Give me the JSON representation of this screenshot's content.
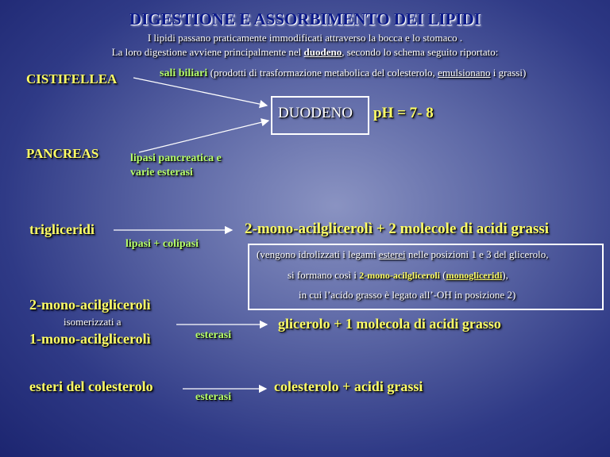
{
  "title": "DIGESTIONE E ASSORBIMENTO DEI LIPIDI",
  "subtitle1": "I lipidi passano praticamente immodificati attraverso la bocca e lo stomaco .",
  "subtitle2_a": "La loro digestione avviene principalmente nel ",
  "subtitle2_b": "duodeno",
  "subtitle2_c": ", secondo lo schema seguito riportato:",
  "cistifellea": "CISTIFELLEA",
  "sali_biliari": "sali biliari",
  "sali_note_a": "(prodotti di trasformazione metabolica del colesterolo, ",
  "sali_note_b": "emulsionano",
  "sali_note_c": " i grassi)",
  "duodeno": "DUODENO",
  "ph": "pH = 7- 8",
  "pancreas": "PANCREAS",
  "lipasi_pancreatica_1": "lipasi pancreatica e",
  "lipasi_pancreatica_2": "varie esterasi",
  "trigliceridi": "trigliceridi",
  "lipasi_colipasi": "lipasi + colipasi",
  "prodotto1": "2-mono-acilglicerolì  +  2 molecole di acidi grassi",
  "note1_a": "(vengono idrolizzati i  legami ",
  "note1_b": "esterei",
  "note1_c": "  nelle posizioni 1 e 3 del glicerolo,",
  "note2_a": "si formano così  i  ",
  "note2_b": "2-mono-acilgliceroli",
  "note2_c": " (",
  "note2_d": "monogliceridi",
  "note2_e": "),",
  "note3": "in cui l’acido grasso  è legato all’-OH in posizione 2)",
  "mono2": "2-mono-acilglicerolì",
  "isomerizzati": "isomerizzati a",
  "mono1": "1-mono-acilglicerolì",
  "esterasi1": "esterasi",
  "prodotto2": "glicerolo  +  1 molecola di acidi grasso",
  "esteri_colesterolo": "esteri del colesterolo",
  "esterasi2": "esterasi",
  "prodotto3": "colesterolo + acidi grassi"
}
